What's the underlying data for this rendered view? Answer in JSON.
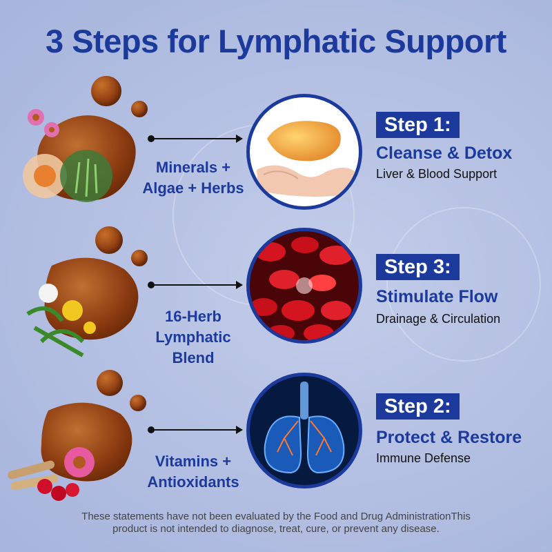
{
  "header": {
    "title": "3 Steps for Lymphatic Support"
  },
  "rows": [
    {
      "ingredient_line1": "Minerals +",
      "ingredient_line2": "Algae + Herbs",
      "badge": "Step 1:",
      "title": "Cleanse & Detox",
      "subtitle": "Liver & Blood Support",
      "icon": "liver-icon"
    },
    {
      "ingredient_line1": "16-Herb",
      "ingredient_line2": "Lymphatic Blend",
      "badge": "Step 3:",
      "title": "Stimulate Flow",
      "subtitle": "Drainage & Circulation",
      "icon": "blood-cells-icon"
    },
    {
      "ingredient_line1": "Vitamins +",
      "ingredient_line2": "Antioxidants",
      "badge": "Step 2:",
      "title": "Protect & Restore",
      "subtitle": "Immune Defense",
      "icon": "lungs-icon"
    }
  ],
  "footer": {
    "line1": "These statements have not been evaluated by the Food and Drug AdministrationThis",
    "line2": "product is not intended to diagnose, treat, cure, or prevent any disease."
  },
  "colors": {
    "brand": "#1b3a9c",
    "background": "#b3bfe2",
    "amber": "#8a3a10",
    "blood": "#c8101a"
  }
}
